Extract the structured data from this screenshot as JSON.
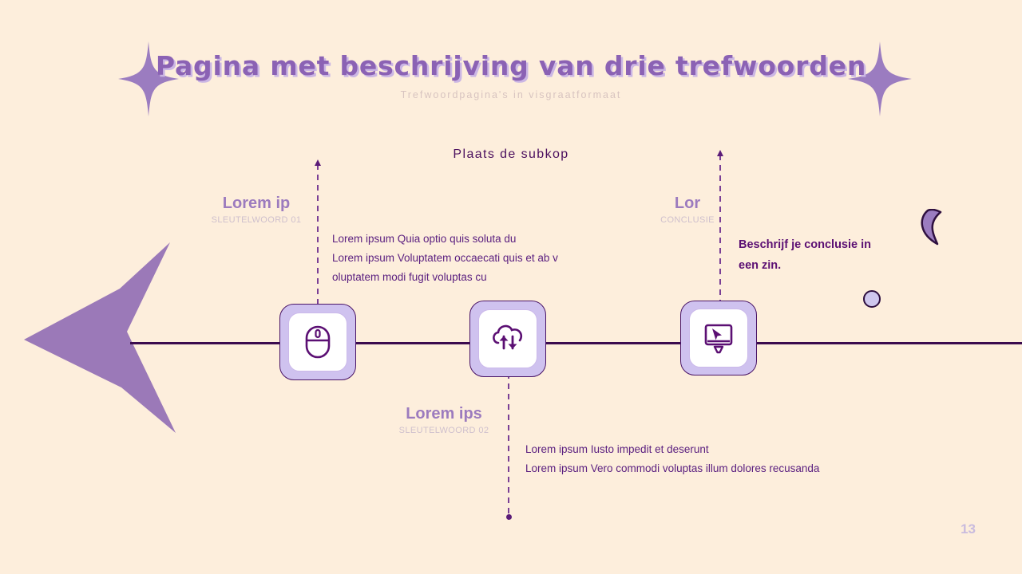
{
  "slide": {
    "background_color": "#FDEEDC",
    "page_number": "13"
  },
  "header": {
    "title": "Pagina met beschrijving van drie trefwoorden",
    "subtitle": "Trefwoordpagina's in visgraatformaat",
    "section_heading": "Plaats de subkop",
    "title_color": "#8B62B4",
    "title_shadow_color": "#CBB6E4",
    "subtitle_color": "#D8C4C0",
    "section_heading_color": "#4B0F5E"
  },
  "axis": {
    "line_color": "#3B0B4E",
    "arrow_color": "#9B79B8",
    "dashed_color": "#7A3F96"
  },
  "nodes": [
    {
      "id": "keyword-01",
      "title": "Lorem ip",
      "label": "SLEUTELWOORD 01",
      "icon": "computer-mouse-icon",
      "position": "above",
      "body": "Lorem ipsum Quia optio quis soluta du\nLorem ipsum Voluptatem occaecati quis et ab v\noluptatem modi fugit voluptas cu",
      "body_lines": [
        "Lorem ipsum Quia optio quis soluta du",
        "Lorem ipsum Voluptatem occaecati quis et ab v",
        "oluptatem modi fugit voluptas cu"
      ]
    },
    {
      "id": "keyword-02",
      "title": "Lorem ips",
      "label": "SLEUTELWOORD 02",
      "icon": "cloud-sync-icon",
      "position": "below",
      "body": "Lorem ipsum Iusto impedit et deserunt\nLorem ipsum Vero commodi voluptas illum dolores recusanda",
      "body_lines": [
        "Lorem ipsum Iusto impedit et deserunt",
        "Lorem ipsum Vero commodi voluptas illum dolores recusanda"
      ]
    },
    {
      "id": "conclusie",
      "title": "Lor",
      "label": "CONCLUSIE",
      "icon": "monitor-cursor-icon",
      "position": "above",
      "body": "Beschrijf je conclusie in een zin.",
      "body_lines": [
        "Beschrijf je conclusie in",
        "een zin."
      ]
    }
  ],
  "decorations": [
    {
      "name": "sparkle-left",
      "color": "#9B7CC0"
    },
    {
      "name": "sparkle-right",
      "color": "#9B7CC0"
    },
    {
      "name": "crescent-moon",
      "color": "#9B7CC0"
    },
    {
      "name": "small-circle",
      "color": "#CFC7EE"
    },
    {
      "name": "large-arrow-head",
      "color": "#9B79B8"
    }
  ]
}
